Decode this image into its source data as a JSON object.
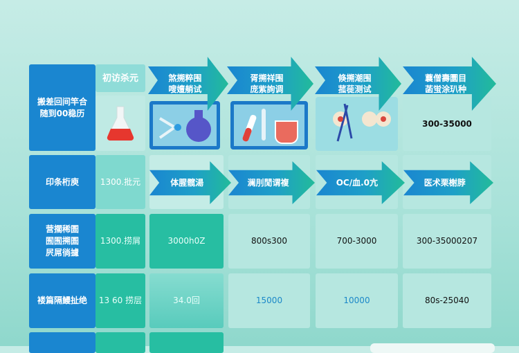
{
  "rows": [
    {
      "label": "搬差回间竿合\n随到00稳历",
      "col1": "初访杀元",
      "arrows": [
        "煞搠粹围\n嗖嬗艄试",
        "胥搠祥围\n庞紫詢调",
        "倏搠潮围\n菰蓰测试",
        "蘘僧壽圜目\n菡蛍涂玐种"
      ],
      "value": "300-35000"
    },
    {
      "label": "印条桁庾",
      "col1": "1300.批元",
      "arrows": [
        "体腥髋湯",
        "澜刖閒谓複",
        "OC/血.0亢",
        "医术栗榭脖"
      ]
    },
    {
      "label": "营擱稀圄\n囿囿搠圄\n屄屌徜攄",
      "col1": "1300.捞屑",
      "values": [
        "3000h0Z",
        "800s300",
        "700-3000",
        "300-35000207"
      ]
    },
    {
      "label": "褛篇隔鰻扯绝",
      "col1": "13 60 捞层",
      "values": [
        "34.0回",
        "15000",
        "10000",
        "80s-25040"
      ]
    }
  ],
  "icons": [
    "flask-icon",
    "lab-equipment-icon",
    "test-tube-icon",
    "petri-dish-icon"
  ],
  "colors": {
    "blue": "#1a86d0",
    "teal": "#27bea2",
    "pale": "#b6e7e0"
  }
}
